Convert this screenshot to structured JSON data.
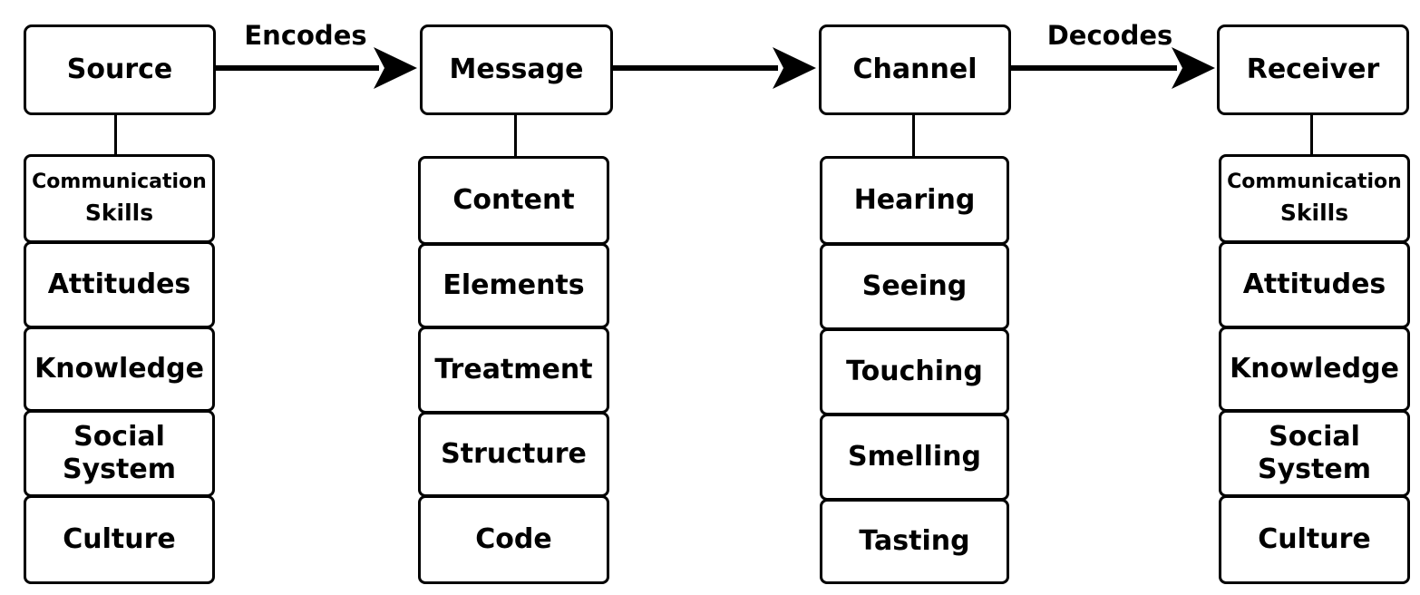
{
  "nodes": [
    {
      "id": "source",
      "label": "Source"
    },
    {
      "id": "message",
      "label": "Message"
    },
    {
      "id": "channel",
      "label": "Channel"
    },
    {
      "id": "receiver",
      "label": "Receiver"
    }
  ],
  "edges": [
    {
      "from": "source",
      "to": "message",
      "label": "Encodes"
    },
    {
      "from": "message",
      "to": "channel",
      "label": ""
    },
    {
      "from": "channel",
      "to": "receiver",
      "label": "Decodes"
    }
  ],
  "source_items": [
    "Communication Skills",
    "Attitudes",
    "Knowledge",
    "Social System",
    "Culture"
  ],
  "source_item_lines": {
    "communication": [
      "Communication",
      "Skills"
    ],
    "social": [
      "Social",
      "System"
    ]
  },
  "message_items": [
    "Content",
    "Elements",
    "Treatment",
    "Structure",
    "Code"
  ],
  "channel_items": [
    "Hearing",
    "Seeing",
    "Touching",
    "Smelling",
    "Tasting"
  ],
  "receiver_items": [
    "Communication Skills",
    "Attitudes",
    "Knowledge",
    "Social System",
    "Culture"
  ],
  "receiver_item_lines": {
    "communication": [
      "Communication",
      "Skills"
    ],
    "social": [
      "Social",
      "System"
    ]
  }
}
